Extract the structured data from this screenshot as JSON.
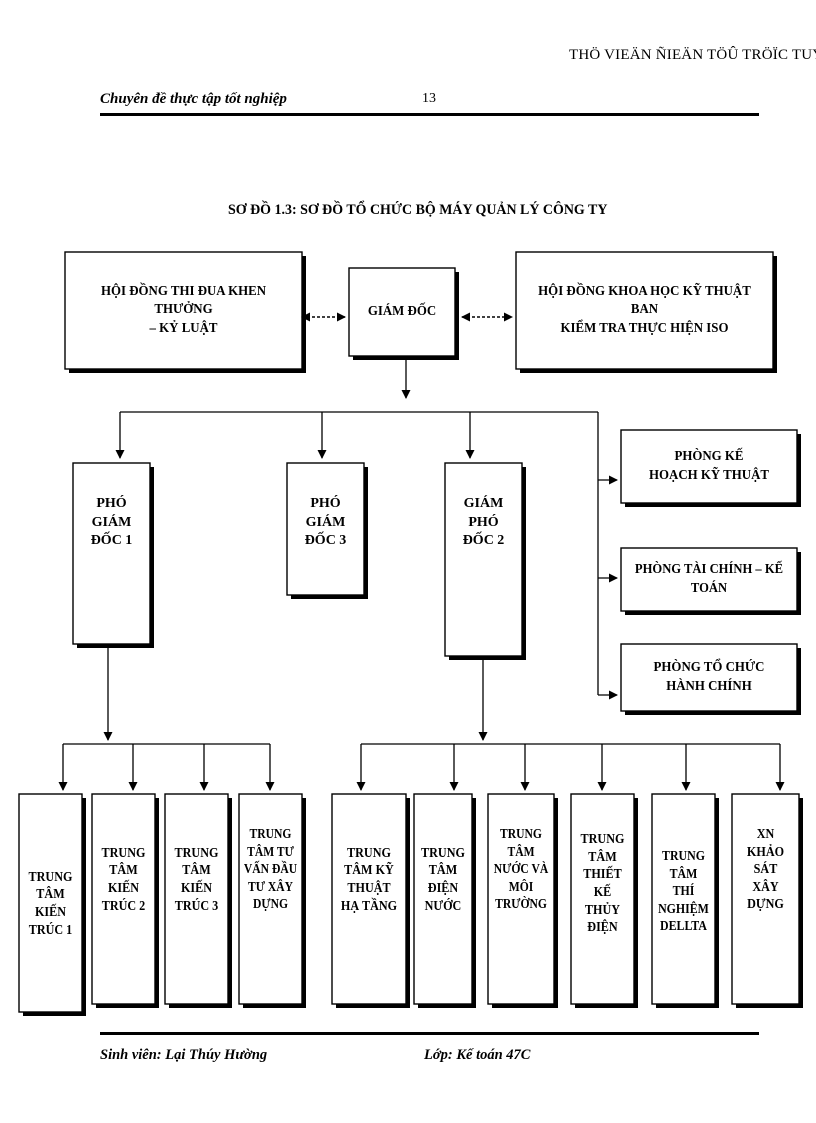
{
  "watermark": "THÖ VIEÄN ÑIEÄN TÖÛ TRÖÏC TUYEÁN",
  "header": {
    "subject": "Chuyên đề thực tập tốt nghiệp",
    "page_number": "13"
  },
  "diagram": {
    "title": "SƠ ĐỒ 1.3: SƠ ĐỒ TỔ CHỨC BỘ MÁY  QUẢN LÝ CÔNG TY",
    "top_left_box": "HỘI ĐỒNG THI ĐUA KHEN THƯỞNG\n– KỶ LUẬT",
    "director_box": "GIÁM ĐỐC",
    "top_right_box": "HỘI ĐỒNG KHOA HỌC KỸ THUẬT BAN\nKIỂM TRA THỰC HIỆN ISO",
    "deputy_1": "PHÓ\nGIÁM\nĐỐC 1",
    "deputy_3": "PHÓ\nGIÁM\nĐỐC 3",
    "deputy_2": "GIÁM\nPHÓ\nĐỐC 2",
    "departments": [
      "PHÒNG KẾ\nHOẠCH KỸ THUẬT",
      "PHÒNG TÀI CHÍNH – KẾ\nTOÁN",
      "PHÒNG TỔ CHỨC\nHÀNH CHÍNH"
    ],
    "units": [
      "TRUNG\nTÂM\nKIẾN\nTRÚC 1",
      "TRUNG\nTÂM\nKIẾN\nTRÚC 2",
      "TRUNG\nTÂM\nKIẾN\nTRÚC 3",
      "TRUNG\nTÂM TƯ\nVẤN ĐẦU\nTƯ XÂY\nDỰNG",
      "TRUNG\nTÂM KỸ\nTHUẬT\nHẠ TẦNG",
      "TRUNG\nTÂM\nĐIỆN\nNƯỚC",
      "TRUNG\nTÂM\nNƯỚC VÀ\nMÔI\nTRƯỜNG",
      "TRUNG\nTÂM\nTHIẾT\nKẾ\nTHỦY\nĐIỆN",
      "TRUNG\nTÂM\nTHÍ\nNGHIỆM\nDELLTA",
      "XN\nKHẢO\nSÁT\nXÂY\nDỰNG"
    ]
  },
  "footer": {
    "student": "Sinh viên: Lại Thúy Hường",
    "class": "Lớp: Kế toán 47C"
  }
}
